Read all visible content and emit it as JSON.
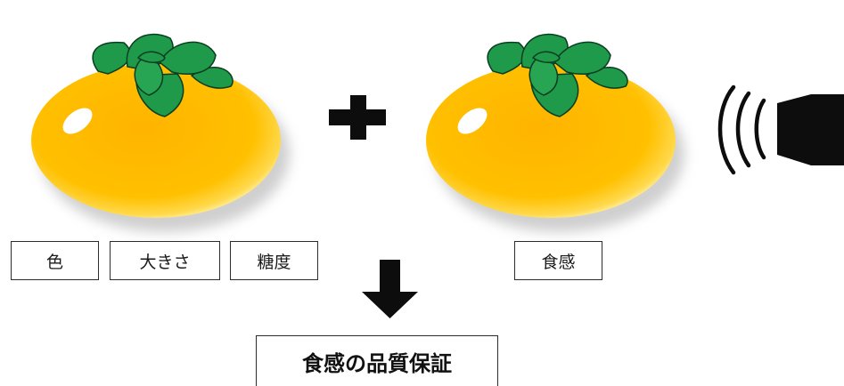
{
  "labels": {
    "color": "色",
    "size": "大きさ",
    "sugar": "糖度",
    "texture": "食感"
  },
  "result": "食感の品質保証",
  "icons": {
    "persimmon": "persimmon-icon",
    "plus": "plus-icon",
    "sound_waves": "sound-waves-icon",
    "speaker": "speaker-icon",
    "down_arrow": "down-arrow-icon"
  },
  "colors": {
    "fruit": "#ffbf00",
    "fruit_rim": "#fff3a0",
    "leaf": "#1e9a4a",
    "leaf_outline": "#0b3d20",
    "symbol": "#0d0d0d"
  }
}
